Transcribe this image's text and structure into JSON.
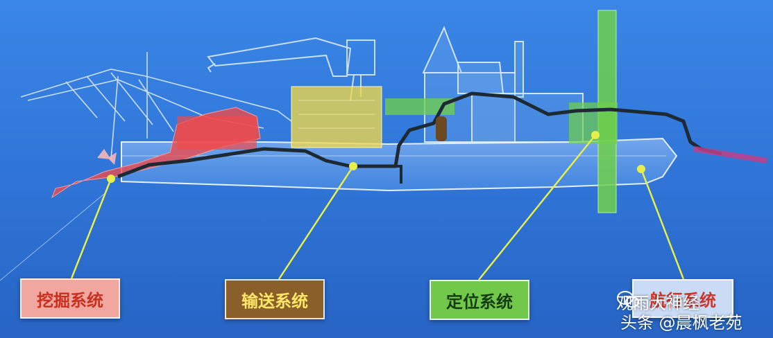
{
  "labels": {
    "excavation": "挖掘系统",
    "conveying": "输送系统",
    "positioning": "定位系统",
    "fourth": "航行系统"
  },
  "watermarks": {
    "channel": "观雨大神经",
    "account": "头条 @晨枫老苑"
  },
  "colors": {
    "background": "#2f74d6",
    "excavation_fill": "#f2a6a0",
    "excavation_text": "#c8301f",
    "conveying_fill": "#8a5f2a",
    "conveying_text": "#ffe76a",
    "positioning_fill": "#72c84a",
    "positioning_text": "#143c10",
    "fourth_fill": "#c9dbf5",
    "fourth_text": "#d0342a",
    "callout": "#e8ef4a",
    "red_zone": "#ef4a4a",
    "yellow_zone": "#f0d94a",
    "green_zone": "#6fd04a"
  }
}
